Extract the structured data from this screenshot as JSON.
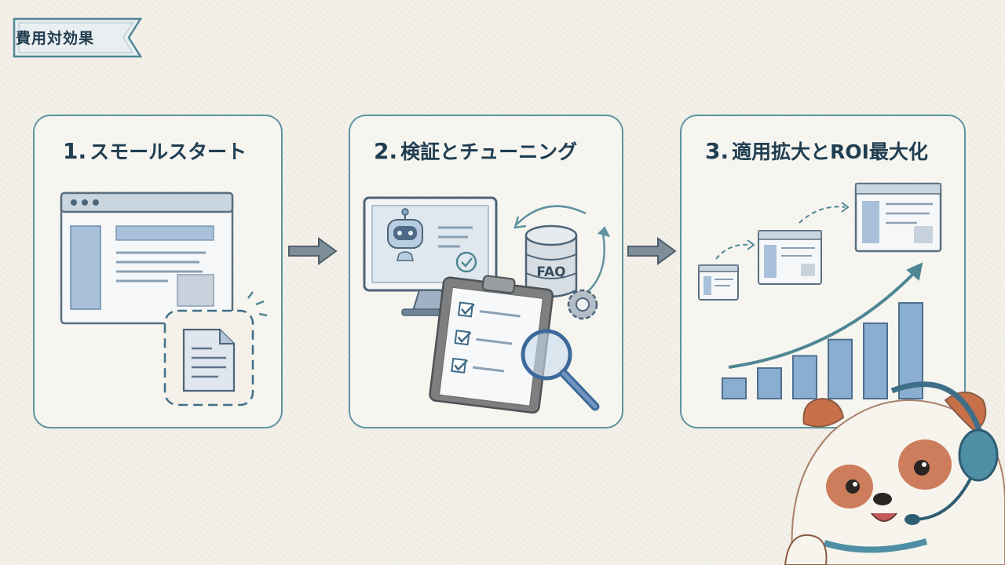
{
  "header": {
    "badge_label": "費用対効果"
  },
  "steps": [
    {
      "number": "1.",
      "title": "スモールスタート"
    },
    {
      "number": "2.",
      "title": "検証とチューニング"
    },
    {
      "number": "3.",
      "title": "適用拡大とROI最大化"
    }
  ],
  "labels": {
    "faq": "FAQ"
  },
  "growth_chart": {
    "values": [
      1,
      1.5,
      2.1,
      2.9,
      3.7,
      4.7
    ]
  },
  "colors": {
    "accent": "#5f93a0",
    "ink": "#203e52",
    "blue_fill": "#8aaed0",
    "mascot_orange": "#c8704a"
  }
}
